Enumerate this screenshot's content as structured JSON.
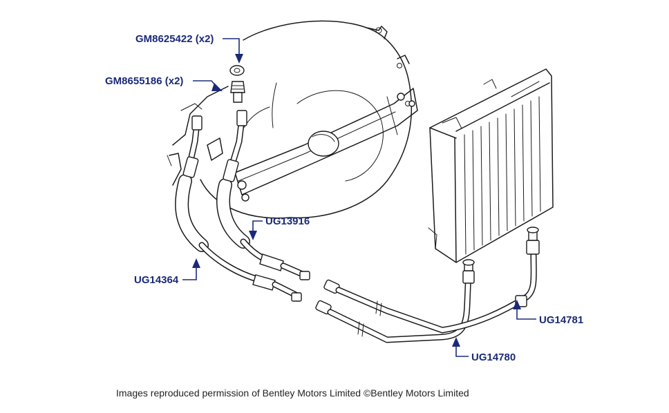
{
  "parts": {
    "gm8625422": "GM8625422 (x2)",
    "gm8655186": "GM8655186 (x2)",
    "ug13916": "UG13916",
    "ug14364": "UG14364",
    "ug14781": "UG14781",
    "ug14780": "UG14780"
  },
  "caption": "Images reproduced permission of Bentley Motors Limited ©Bentley Motors Limited",
  "colors": {
    "label": "#1a2a78",
    "line_art": "#1a1a1a",
    "background": "#ffffff"
  }
}
